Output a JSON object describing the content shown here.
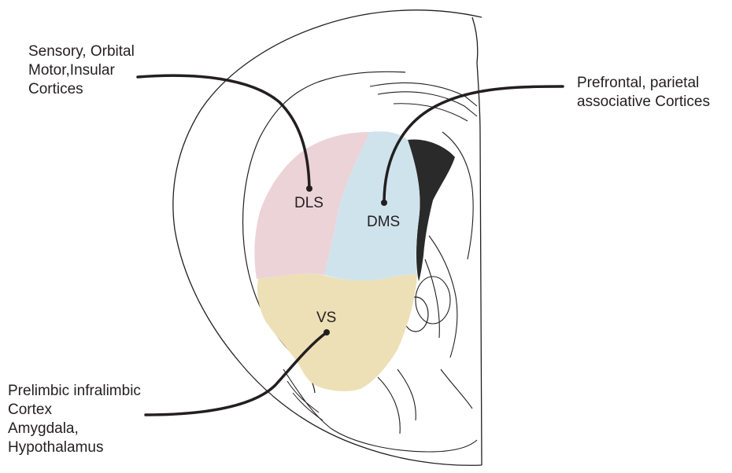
{
  "regions": {
    "dls": {
      "label": "DLS",
      "color": "#ecd3d8"
    },
    "dms": {
      "label": "DMS",
      "color": "#cfe3ed"
    },
    "vs": {
      "label": "VS",
      "color": "#ede0b6"
    },
    "ventricle_color": "#2a2a2a"
  },
  "annotations": {
    "dls_inputs": [
      "Sensory, Orbital",
      "Motor,Insular",
      "Cortices"
    ],
    "dms_inputs": [
      "Prefrontal, parietal",
      "associative Cortices"
    ],
    "vs_inputs": [
      "Prelimbic infralimbic",
      "Cortex",
      "Amygdala,",
      "Hypothalamus"
    ]
  }
}
